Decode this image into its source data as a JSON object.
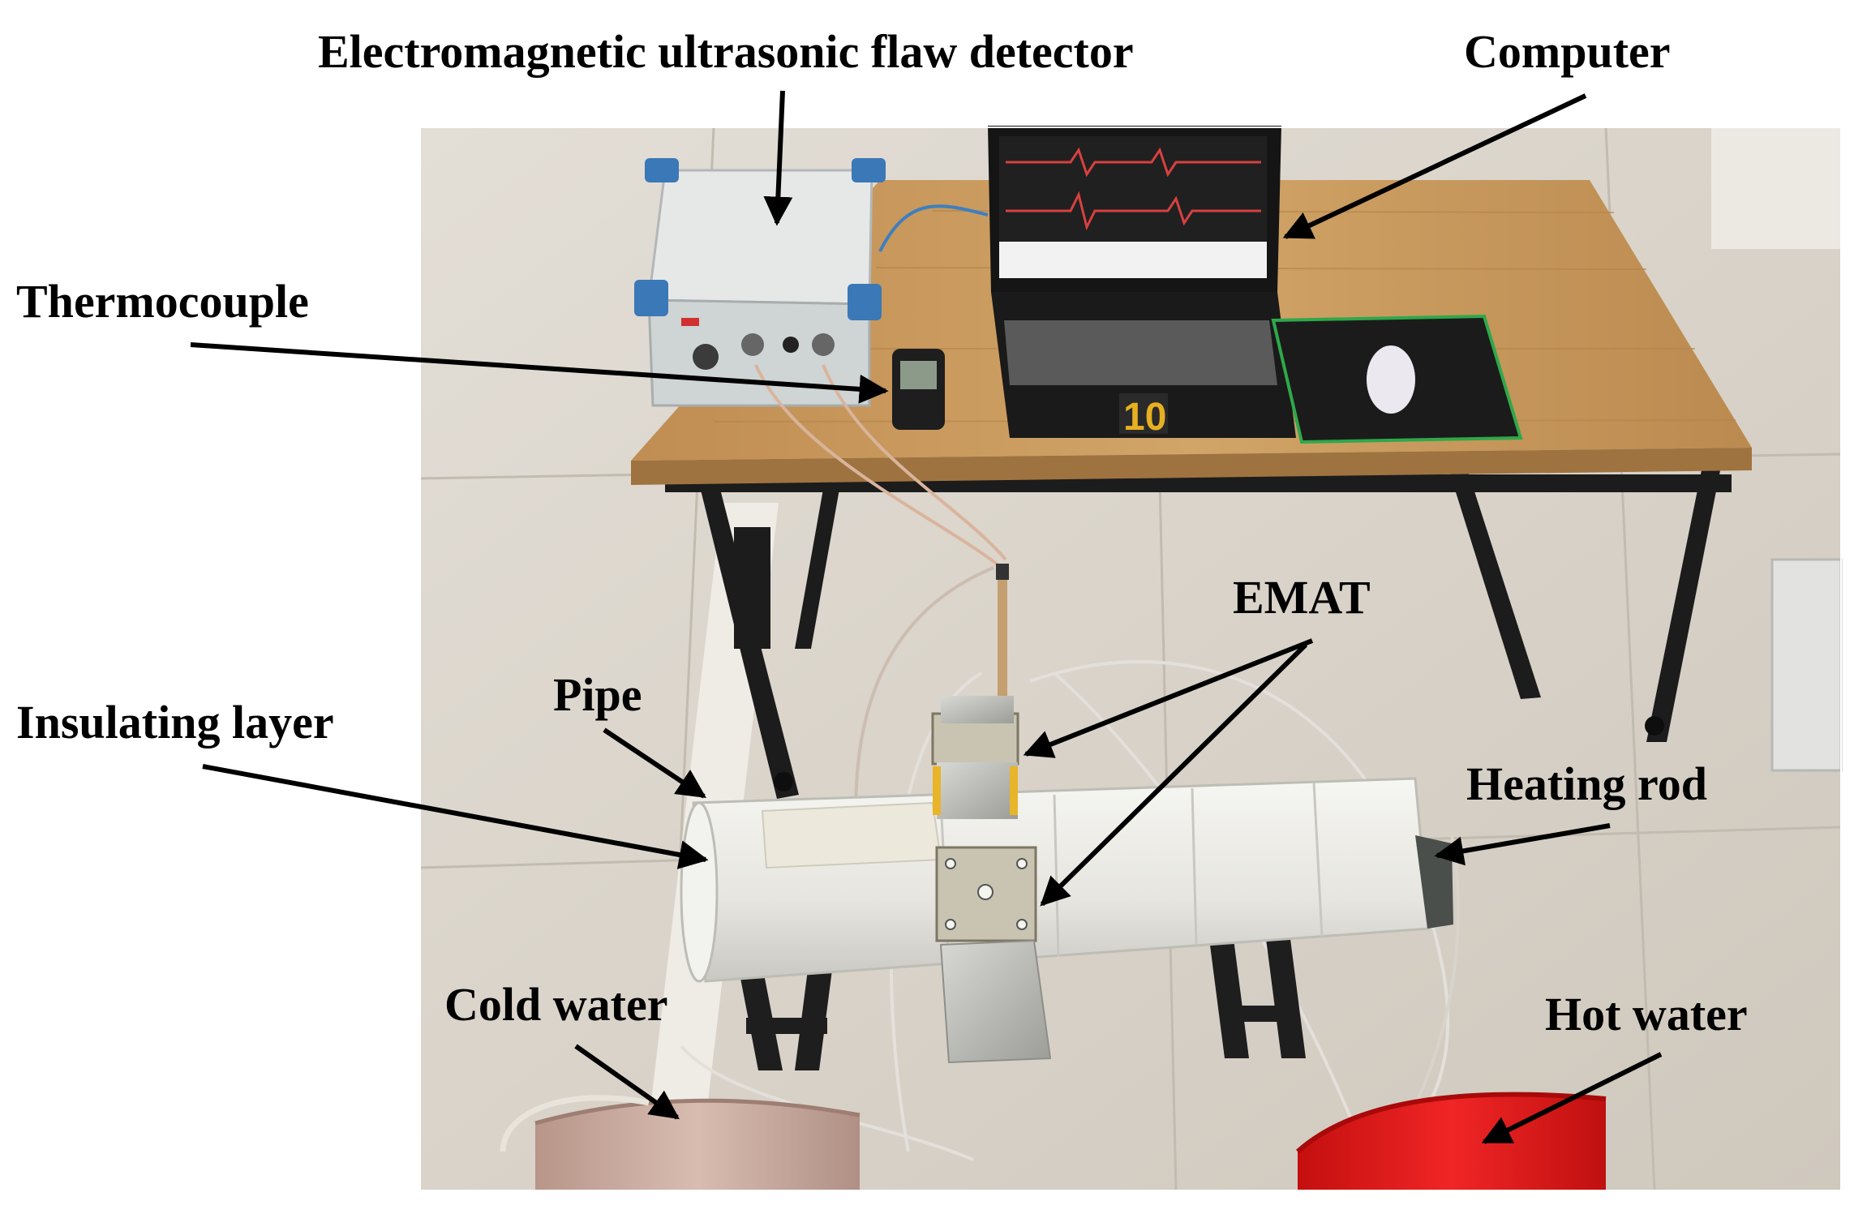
{
  "labels": {
    "detector": "Electromagnetic ultrasonic flaw detector",
    "computer": "Computer",
    "thermocouple": "Thermocouple",
    "emat": "EMAT",
    "pipe": "Pipe",
    "insulating_layer": "Insulating layer",
    "heating_rod": "Heating rod",
    "cold_water": "Cold water",
    "hot_water": "Hot water"
  },
  "laptop_screen": {
    "sticker_number": "10"
  },
  "colors": {
    "floor": "#d9d4cb",
    "table_top": "#c99a5c",
    "table_frame": "#1c1c1c",
    "detector_case": "#e4e6e6",
    "detector_corner": "#3a78b8",
    "insulation": "#eeeeea",
    "hot_bucket": "#e01818",
    "cold_bucket": "#c8a79a",
    "mousepad_border": "#2fa84a"
  }
}
